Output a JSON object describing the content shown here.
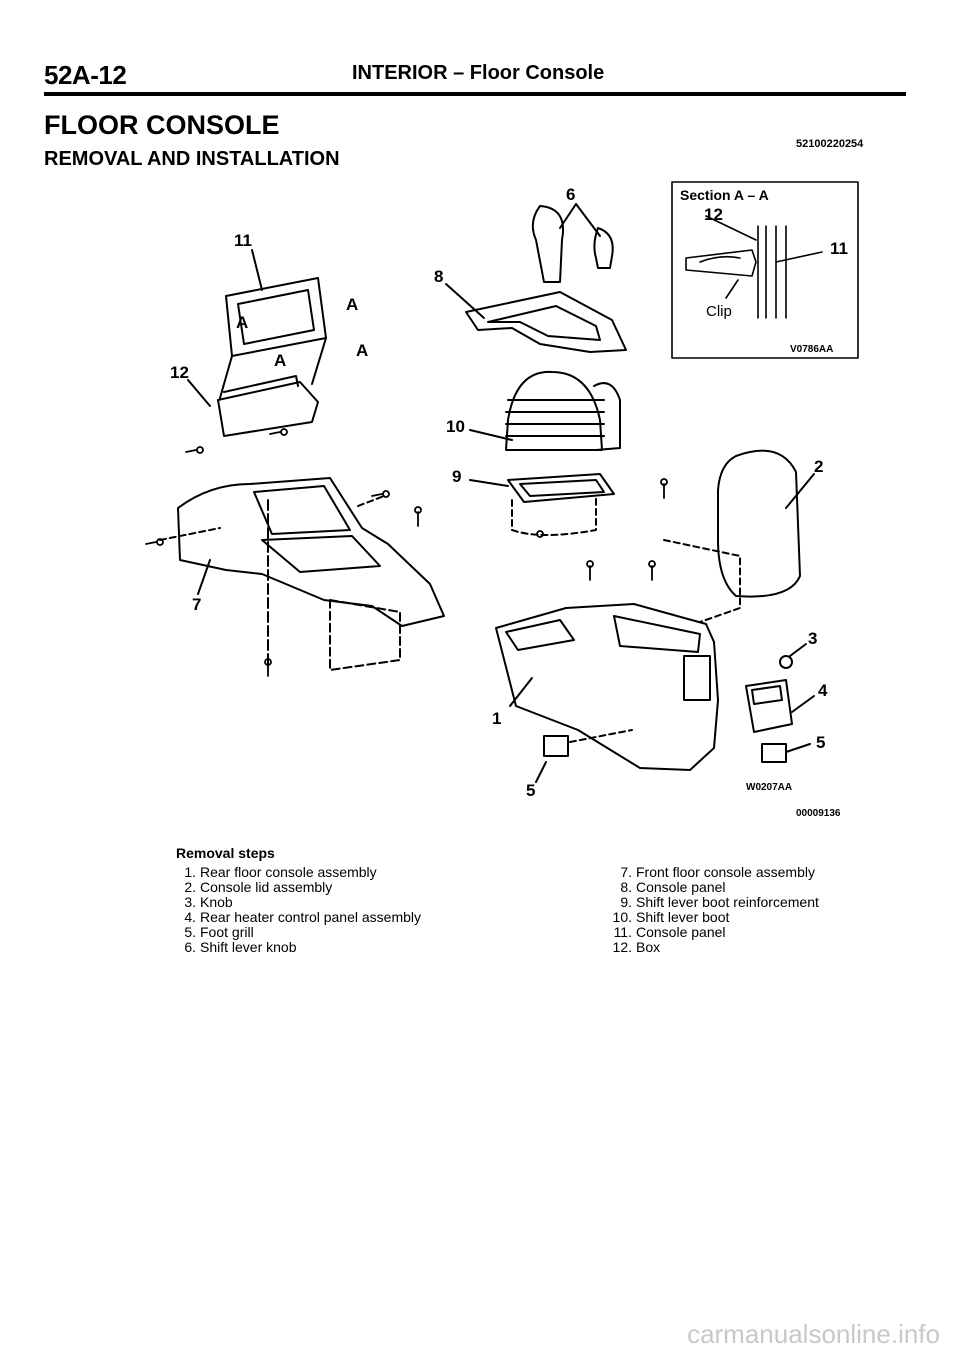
{
  "header": {
    "page_number": "52A-12",
    "section_title": "INTERIOR – Floor Console"
  },
  "title": "FLOOR CONSOLE",
  "doc_code": "52100220254",
  "subtitle": "REMOVAL AND INSTALLATION",
  "diagram": {
    "section_label": "Section A – A",
    "section_code": "V0786AA",
    "clip_label": "Clip",
    "figure_code_inner": "W0207AA",
    "figure_code": "00009136",
    "section_mark": "A",
    "callouts": {
      "c1": "1",
      "c2": "2",
      "c3": "3",
      "c4": "4",
      "c5a": "5",
      "c5b": "5",
      "c6": "6",
      "c7": "7",
      "c8": "8",
      "c9": "9",
      "c10": "10",
      "c11a": "11",
      "c11b": "11",
      "c12a": "12",
      "c12b": "12"
    }
  },
  "removal_steps": {
    "heading": "Removal steps",
    "left": [
      {
        "num": "1.",
        "text": "Rear floor console assembly"
      },
      {
        "num": "2.",
        "text": "Console lid assembly"
      },
      {
        "num": "3.",
        "text": "Knob"
      },
      {
        "num": "4.",
        "text": "Rear heater control panel assembly"
      },
      {
        "num": "5.",
        "text": "Foot grill"
      },
      {
        "num": "6.",
        "text": "Shift lever knob"
      }
    ],
    "right": [
      {
        "num": "7.",
        "text": "Front floor console assembly"
      },
      {
        "num": "8.",
        "text": "Console panel"
      },
      {
        "num": "9.",
        "text": "Shift lever boot reinforcement"
      },
      {
        "num": "10.",
        "text": "Shift lever boot"
      },
      {
        "num": "11.",
        "text": "Console panel"
      },
      {
        "num": "12.",
        "text": "Box"
      }
    ]
  },
  "watermark": "carmanualsonline.info"
}
